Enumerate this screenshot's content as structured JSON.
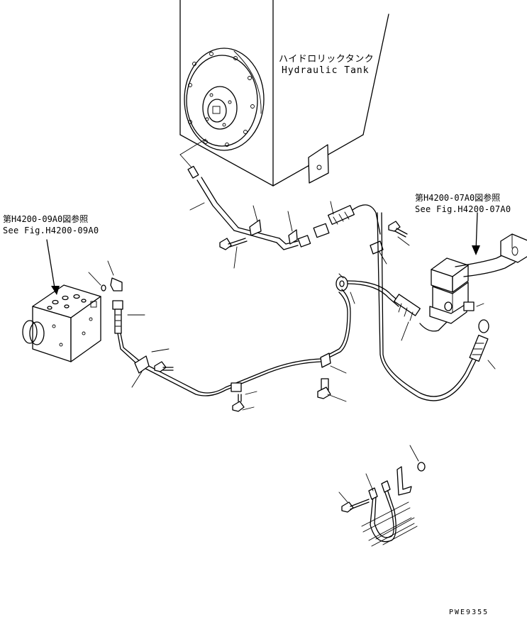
{
  "labels": {
    "tank_jp": "ハイドロリックタンク",
    "tank_en": "Hydraulic Tank",
    "ref_left_jp": "第H4200-09A0図参照",
    "ref_left_en": "See Fig.H4200-09A0",
    "ref_right_jp": "第H4200-07A0図参照",
    "ref_right_en": "See Fig.H4200-07A0",
    "drawing_code": "PWE9355"
  },
  "colors": {
    "line": "#000000",
    "background": "#ffffff"
  }
}
